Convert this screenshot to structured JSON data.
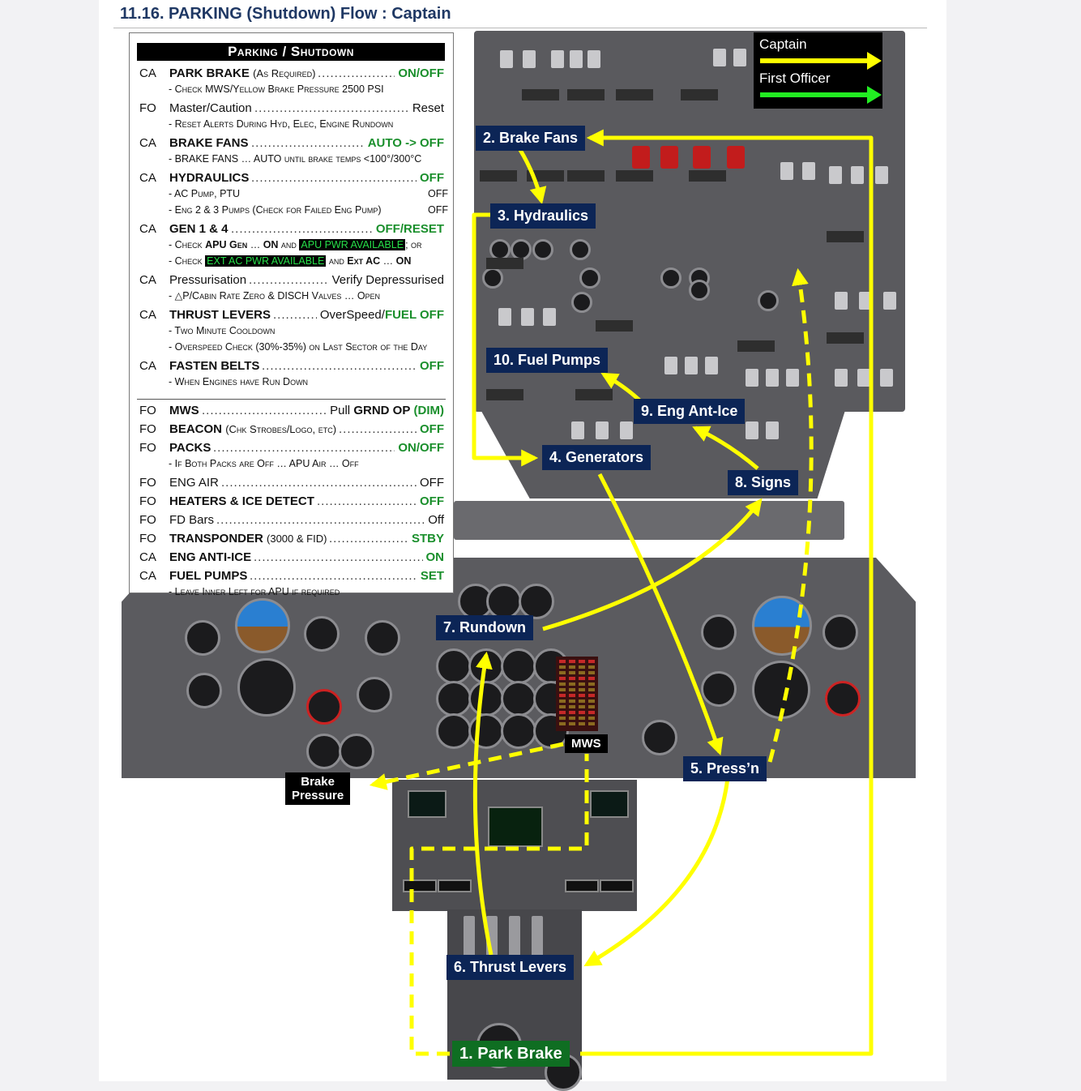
{
  "heading": "11.16.  PARKING (Shutdown) Flow : Captain",
  "checklist": {
    "title": "Parking / Shutdown",
    "items": [
      {
        "who": "CA",
        "label": "PARK BRAKE",
        "label_note": "(As Required)",
        "value": "ON/OFF",
        "value_green": true,
        "bold": true,
        "subs": [
          "- Check MWS/Yellow Brake Pressure 2500 PSI"
        ]
      },
      {
        "who": "FO",
        "label": "Master/Caution",
        "value": "Reset",
        "value_green": false,
        "bold": false,
        "subs": [
          "- Reset Alerts During Hyd, Elec, Engine Rundown"
        ]
      },
      {
        "who": "CA",
        "label": "BRAKE FANS",
        "value": "AUTO -> OFF",
        "value_green": true,
        "bold": true,
        "subs": [
          "- BRAKE FANS … AUTO until brake temps <100°/300°C"
        ]
      },
      {
        "who": "CA",
        "label": "HYDRAULICS",
        "value": "OFF",
        "value_green": true,
        "bold": true,
        "subs": [
          "- AC Pump, PTU",
          "- Eng 2 & 3 Pumps (Check for Failed Eng Pump)"
        ],
        "sub_values": [
          "OFF",
          "OFF"
        ]
      },
      {
        "who": "CA",
        "label": "GEN 1 & 4",
        "value": "OFF/RESET",
        "value_green": true,
        "bold": true,
        "subs_rich": [
          {
            "pre": "- Check ",
            "b1": "APU Gen",
            "mid": " … ",
            "b2": "ON",
            "mid2": " and ",
            "hl": "APU PWR AVAILABLE",
            "post": "; or"
          },
          {
            "pre": "- Check ",
            "hl": "EXT AC PWR AVAILABLE",
            "mid": " and ",
            "b1": "Ext AC",
            "mid2": " … ",
            "b2": "ON"
          }
        ]
      },
      {
        "who": "CA",
        "label": "Pressurisation",
        "value": "Verify Depressurised",
        "value_green": false,
        "bold": false,
        "subs": [
          "- △P/Cabin Rate Zero & DISCH Valves … Open"
        ]
      },
      {
        "who": "CA",
        "label": "THRUST LEVERS",
        "value_pre": "OverSpeed/",
        "value": "FUEL OFF",
        "value_green": true,
        "bold": true,
        "subs": [
          "- Two Minute Cooldown",
          "- Overspeed Check (30%-35%) on Last Sector of the Day"
        ]
      },
      {
        "who": "CA",
        "label": "FASTEN BELTS",
        "value": "OFF",
        "value_green": true,
        "bold": true,
        "subs": [
          "- When Engines have Run Down"
        ]
      },
      {
        "who": "FO",
        "label": "MWS",
        "value_pre": "Pull ",
        "value_bold": "GRND OP",
        "value": "(DIM)",
        "value_green": true,
        "bold": true,
        "subs": []
      },
      {
        "who": "FO",
        "label": "BEACON",
        "label_note": "(Chk Strobes/Logo, etc)",
        "value": "OFF",
        "value_green": true,
        "bold": true,
        "subs": []
      },
      {
        "who": "FO",
        "label": "PACKS",
        "value": "ON/OFF",
        "value_green": true,
        "bold": true,
        "subs": [
          "- If Both Packs are Off … APU Air … Off"
        ]
      },
      {
        "who": "FO",
        "label": "ENG AIR",
        "value": "OFF",
        "value_green": false,
        "bold": false,
        "subs": []
      },
      {
        "who": "FO",
        "label": "HEATERS & ICE DETECT",
        "value": "OFF",
        "value_green": true,
        "bold": true,
        "subs": []
      },
      {
        "who": "FO",
        "label": "FD Bars",
        "value": "Off",
        "value_green": false,
        "bold": false,
        "subs": []
      },
      {
        "who": "FO",
        "label": "TRANSPONDER",
        "label_note": "(3000 & FID)",
        "value": "STBY",
        "value_green": true,
        "bold": true,
        "subs": []
      },
      {
        "who": "CA",
        "label": "ENG ANTI-ICE",
        "value": "ON",
        "value_green": true,
        "bold": true,
        "subs": []
      },
      {
        "who": "CA",
        "label": "FUEL PUMPS",
        "value": "SET",
        "value_green": true,
        "bold": true,
        "subs": [
          "- Leave Inner Left for APU if required"
        ]
      }
    ]
  },
  "legend": {
    "captain": "Captain",
    "first_officer": "First Officer",
    "captain_color": "#ffff00",
    "fo_color": "#22ee22"
  },
  "steps": {
    "s1": "1. Park Brake",
    "s2": "2. Brake Fans",
    "s3": "3. Hydraulics",
    "s4": "4. Generators",
    "s5": "5. Press’n",
    "s6": "6. Thrust Levers",
    "s7": "7. Rundown",
    "s8": "8. Signs",
    "s9": "9. Eng Ant-Ice",
    "s10": "10. Fuel Pumps",
    "mws": "MWS",
    "brake_pressure": "Brake\nPressure"
  },
  "colors": {
    "label_blue": "#0c2556",
    "label_green": "#0f6e22",
    "value_green": "#1a8f2c",
    "highlight": "#27e04a"
  }
}
